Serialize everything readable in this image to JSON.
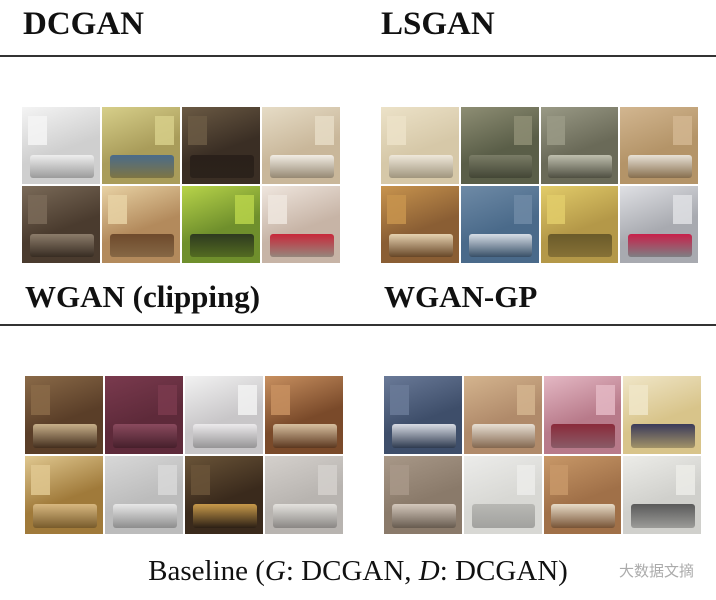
{
  "labels": {
    "dcgan": "DCGAN",
    "lsgan": "LSGAN",
    "wgan_clipping": "WGAN (clipping)",
    "wgan_gp": "WGAN-GP"
  },
  "caption": {
    "prefix": "Baseline (",
    "g_symbol": "G",
    "g_value": ": DCGAN, ",
    "d_symbol": "D",
    "d_value": ": DCGAN)"
  },
  "watermark": "大数据文摘",
  "panels": [
    {
      "name": "dcgan-samples",
      "tiles": [
        {
          "bg": "#cfcfcf",
          "bed": "#eeeeee",
          "win": "#f4f4f4",
          "winSide": "left"
        },
        {
          "bg": "#a99c5a",
          "bed": "#4a6b8a",
          "win": "#d7cf8a",
          "winSide": "right"
        },
        {
          "bg": "#3a2e24",
          "bed": "#2a201a",
          "win": "#6b5a44",
          "winSide": "left"
        },
        {
          "bg": "#c9b79a",
          "bed": "#f2ede4",
          "win": "#e6dcc6",
          "winSide": "right"
        },
        {
          "bg": "#4a3b2e",
          "bed": "#8c7c6a",
          "win": "#7a6a58",
          "winSide": "left"
        },
        {
          "bg": "#b38a5c",
          "bed": "#6e4a2c",
          "win": "#e8d2a4",
          "winSide": "left"
        },
        {
          "bg": "#6f8f2c",
          "bed": "#2e3a20",
          "win": "#b8d44a",
          "winSide": "right"
        },
        {
          "bg": "#c7b4a6",
          "bed": "#c8283a",
          "win": "#efe6de",
          "winSide": "left"
        }
      ]
    },
    {
      "name": "lsgan-samples",
      "tiles": [
        {
          "bg": "#d6c8a8",
          "bed": "#efe8da",
          "win": "#ece2c8",
          "winSide": "left"
        },
        {
          "bg": "#5a5e48",
          "bed": "#7a7c66",
          "win": "#8e8e74",
          "winSide": "right"
        },
        {
          "bg": "#6a6a58",
          "bed": "#bfbfae",
          "win": "#9a9a86",
          "winSide": "left"
        },
        {
          "bg": "#b49468",
          "bed": "#e8e2d6",
          "win": "#d2b690",
          "winSide": "right"
        },
        {
          "bg": "#8a5e34",
          "bed": "#e6d2b0",
          "win": "#c8944e",
          "winSide": "left"
        },
        {
          "bg": "#4a6a8a",
          "bed": "#d6dde6",
          "win": "#6e8aa6",
          "winSide": "right"
        },
        {
          "bg": "#b49848",
          "bed": "#6a5a2a",
          "win": "#e2cc6a",
          "winSide": "left"
        },
        {
          "bg": "#a8aab0",
          "bed": "#c8204a",
          "win": "#dfe0e4",
          "winSide": "right"
        }
      ]
    },
    {
      "name": "wgan-clipping-samples",
      "tiles": [
        {
          "bg": "#5a3e28",
          "bed": "#c8b08a",
          "win": "#8a6a48",
          "winSide": "left"
        },
        {
          "bg": "#5e2a3a",
          "bed": "#8a4a5e",
          "win": "#7a3a4e",
          "winSide": "right"
        },
        {
          "bg": "#c8c6c8",
          "bed": "#eceaec",
          "win": "#f2f2f2",
          "winSide": "right"
        },
        {
          "bg": "#7a4a2a",
          "bed": "#d8c0a0",
          "win": "#c89060",
          "winSide": "left"
        },
        {
          "bg": "#a07a3a",
          "bed": "#d8b880",
          "win": "#e0c890",
          "winSide": "left"
        },
        {
          "bg": "#bcbcbc",
          "bed": "#e8e8e8",
          "win": "#d8d8d8",
          "winSide": "right"
        },
        {
          "bg": "#3a2a1c",
          "bed": "#c89a4a",
          "win": "#6a5438",
          "winSide": "left"
        },
        {
          "bg": "#b8b4b0",
          "bed": "#e4e2de",
          "win": "#d4d0cc",
          "winSide": "right"
        }
      ]
    },
    {
      "name": "wgan-gp-samples",
      "tiles": [
        {
          "bg": "#3e4e6a",
          "bed": "#d8dce4",
          "win": "#6a7a98",
          "winSide": "left"
        },
        {
          "bg": "#b08a6a",
          "bed": "#e8e0d4",
          "win": "#d4b48e",
          "winSide": "right"
        },
        {
          "bg": "#b87a8a",
          "bed": "#8a2a3a",
          "win": "#e4b8c4",
          "winSide": "right"
        },
        {
          "bg": "#d8c48a",
          "bed": "#3a3a5a",
          "win": "#f0e6c8",
          "winSide": "left"
        },
        {
          "bg": "#8a7a6a",
          "bed": "#d4c8bc",
          "win": "#a89888",
          "winSide": "left"
        },
        {
          "bg": "#d8d8d4",
          "bed": "#b8b8b4",
          "win": "#ececea",
          "winSide": "right"
        },
        {
          "bg": "#a07048",
          "bed": "#e8dcc8",
          "win": "#c89868",
          "winSide": "left"
        },
        {
          "bg": "#d0d0cc",
          "bed": "#5a5a5a",
          "win": "#ecece8",
          "winSide": "right"
        }
      ]
    }
  ]
}
